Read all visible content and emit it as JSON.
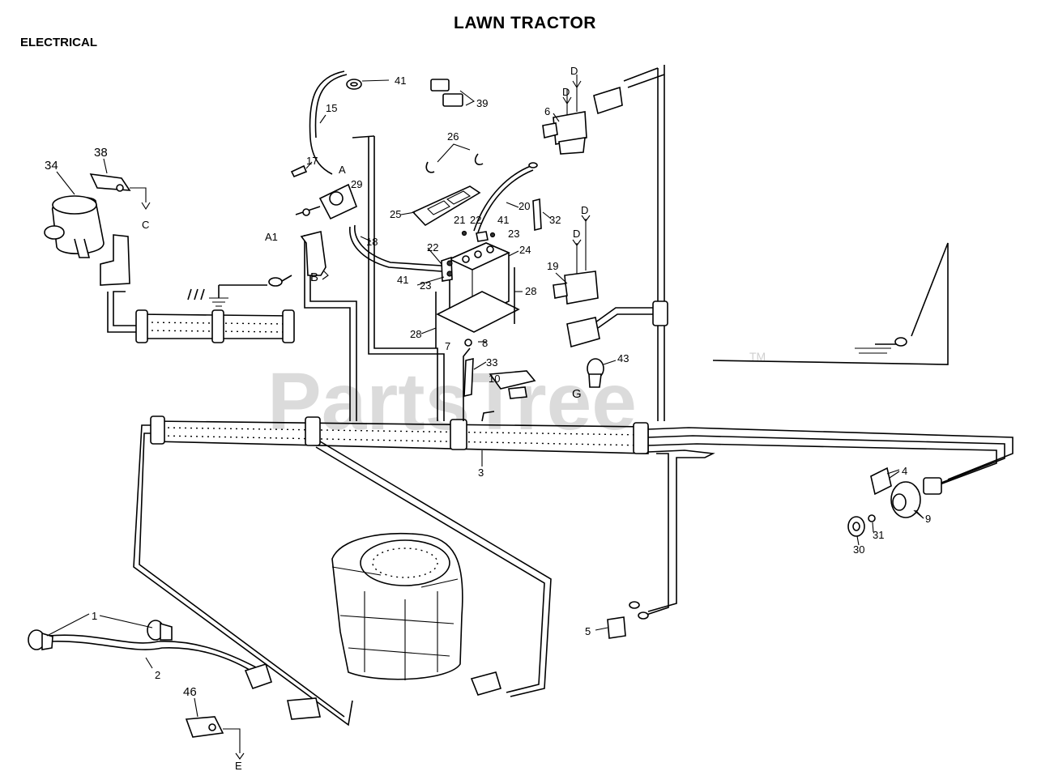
{
  "header": {
    "title": "LAWN TRACTOR",
    "section": "ELECTRICAL"
  },
  "watermark": {
    "text": "PartsTree",
    "mark": "TM"
  },
  "callouts": {
    "c1": "1",
    "c2": "2",
    "c3": "3",
    "c4": "4",
    "c5": "5",
    "c6": "6",
    "c7": "7",
    "c8": "8",
    "c9": "9",
    "c10": "10",
    "c15": "15",
    "c17": "17",
    "c18": "18",
    "c19": "19",
    "c20": "20",
    "c21": "21",
    "c22a": "22",
    "c22b": "22",
    "c23a": "23",
    "c23b": "23",
    "c24": "24",
    "c25": "25",
    "c26": "26",
    "c28a": "28",
    "c28b": "28",
    "c29": "29",
    "c30": "30",
    "c31": "31",
    "c32": "32",
    "c33": "33",
    "c34": "34",
    "c38": "38",
    "c39": "39",
    "c41a": "41",
    "c41b": "41",
    "c41c": "41",
    "c43": "43",
    "c46": "46"
  },
  "connectors": {
    "A": "A",
    "A1": "A1",
    "B": "B",
    "C": "C",
    "D1": "D",
    "D2": "D",
    "D3": "D",
    "D4": "D",
    "E": "E",
    "G": "G"
  }
}
